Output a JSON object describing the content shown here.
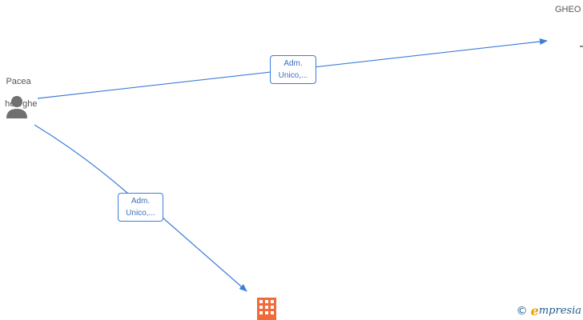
{
  "nodes": {
    "person": {
      "name_line1": "Pacea",
      "name_line2": "heorghe"
    },
    "top_right": {
      "name": "GHEO"
    }
  },
  "edges": {
    "to_top_right": {
      "label_line1": "Adm.",
      "label_line2": "Unico,..."
    },
    "to_company": {
      "label_line1": "Adm.",
      "label_line2": "Unico,..."
    }
  },
  "colors": {
    "edge": "#3b7dd8",
    "person_icon": "#707070",
    "company_icon": "#f26a3a"
  },
  "branding": {
    "copyright_symbol": "©",
    "brand_initial": "e",
    "brand_rest": "mpresia"
  }
}
